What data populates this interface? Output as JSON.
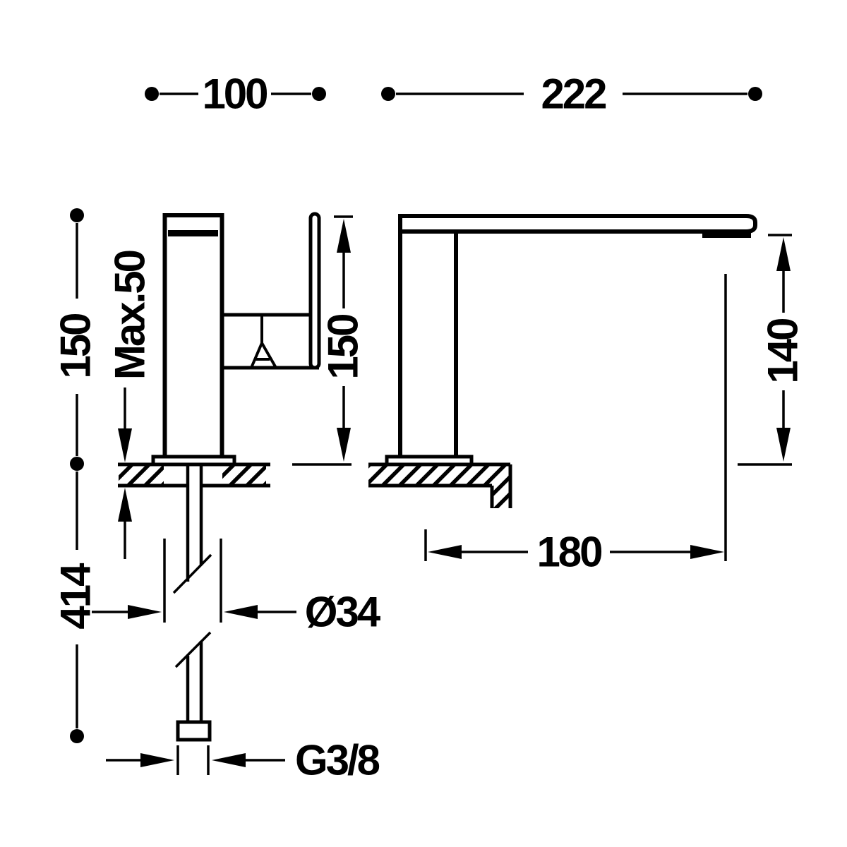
{
  "page": {
    "background_color": "#ffffff",
    "line_color": "#000000",
    "description": "Technical dimension drawing of a single-lever basin mixer tap, front view and side view"
  },
  "dimensions": {
    "front_overall_depth": "100",
    "side_overall_projection": "222",
    "front_height_above_counter_left": "150",
    "front_height_above_counter_right": "150",
    "counter_max_thickness": "Max.50",
    "under_counter_length": "414",
    "body_diameter": "Ø34",
    "supply_thread": "G3/8",
    "spout_reach": "180",
    "spout_clearance_height": "140"
  }
}
